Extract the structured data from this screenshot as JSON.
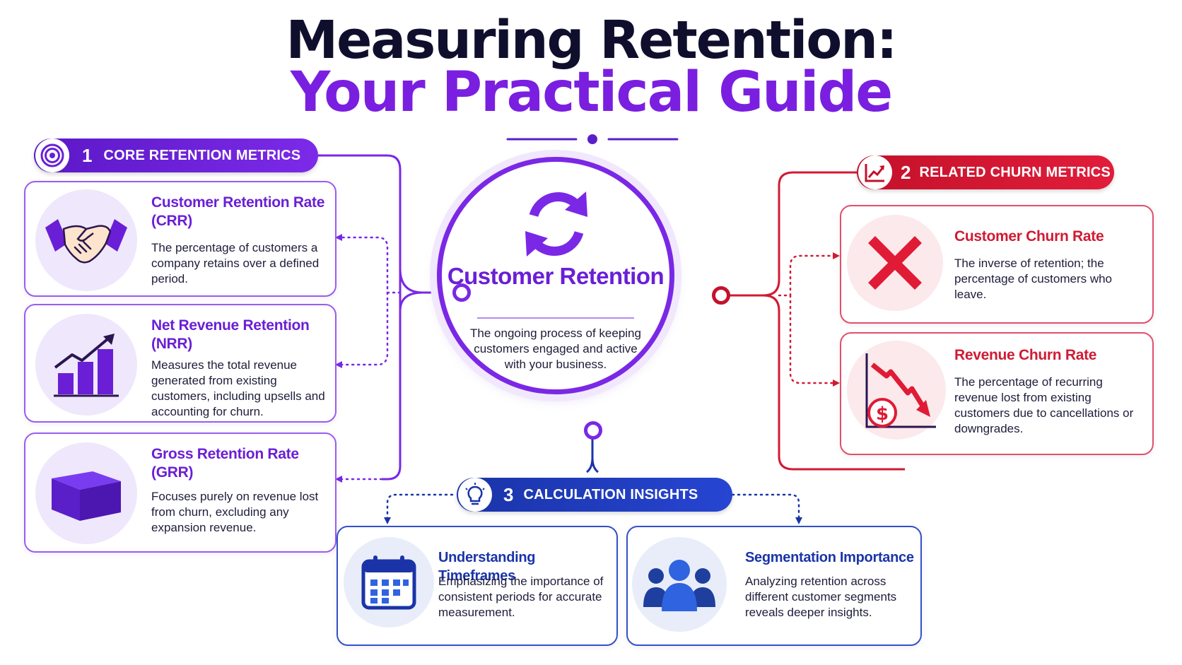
{
  "title": {
    "line1": "Measuring Retention:",
    "line2": "Your Practical Guide"
  },
  "center": {
    "title": "Customer Retention",
    "description": "The ongoing process of keeping customers engaged and active with your business.",
    "icon": "refresh-cycle-icon"
  },
  "sections": {
    "core": {
      "number": "1",
      "label": "CORE RETENTION METRICS",
      "icon": "target-icon",
      "items": [
        {
          "title": "Customer Retention Rate (CRR)",
          "description": "The percentage of customers a company retains over a defined period.",
          "icon": "handshake-icon"
        },
        {
          "title": "Net Revenue Retention (NRR)",
          "description": "Measures the total revenue generated from existing customers, including upsells and accounting for churn.",
          "icon": "growth-chart-icon"
        },
        {
          "title": "Gross Retention Rate (GRR)",
          "description": "Focuses purely on revenue lost from churn, excluding any expansion revenue.",
          "icon": "box-icon"
        }
      ]
    },
    "churn": {
      "number": "2",
      "label": "RELATED CHURN METRICS",
      "icon": "line-chart-icon",
      "items": [
        {
          "title": "Customer Churn Rate",
          "description": "The inverse of retention; the percentage of customers who leave.",
          "icon": "x-mark-icon"
        },
        {
          "title": "Revenue Churn Rate",
          "description": "The percentage of recurring revenue lost from existing customers due to cancellations or downgrades.",
          "icon": "declining-revenue-icon"
        }
      ]
    },
    "insights": {
      "number": "3",
      "label": "CALCULATION INSIGHTS",
      "icon": "lightbulb-icon",
      "items": [
        {
          "title": "Understanding Timeframes",
          "description": "Emphasizing the importance of consistent periods for accurate measurement.",
          "icon": "calendar-icon"
        },
        {
          "title": "Segmentation Importance",
          "description": "Analyzing retention across different customer segments reveals deeper insights.",
          "icon": "user-group-icon"
        }
      ]
    }
  },
  "colors": {
    "purple": "#7a28e6",
    "red": "#d11a33",
    "blue": "#1a34a8",
    "dark": "#0f0f2d"
  }
}
